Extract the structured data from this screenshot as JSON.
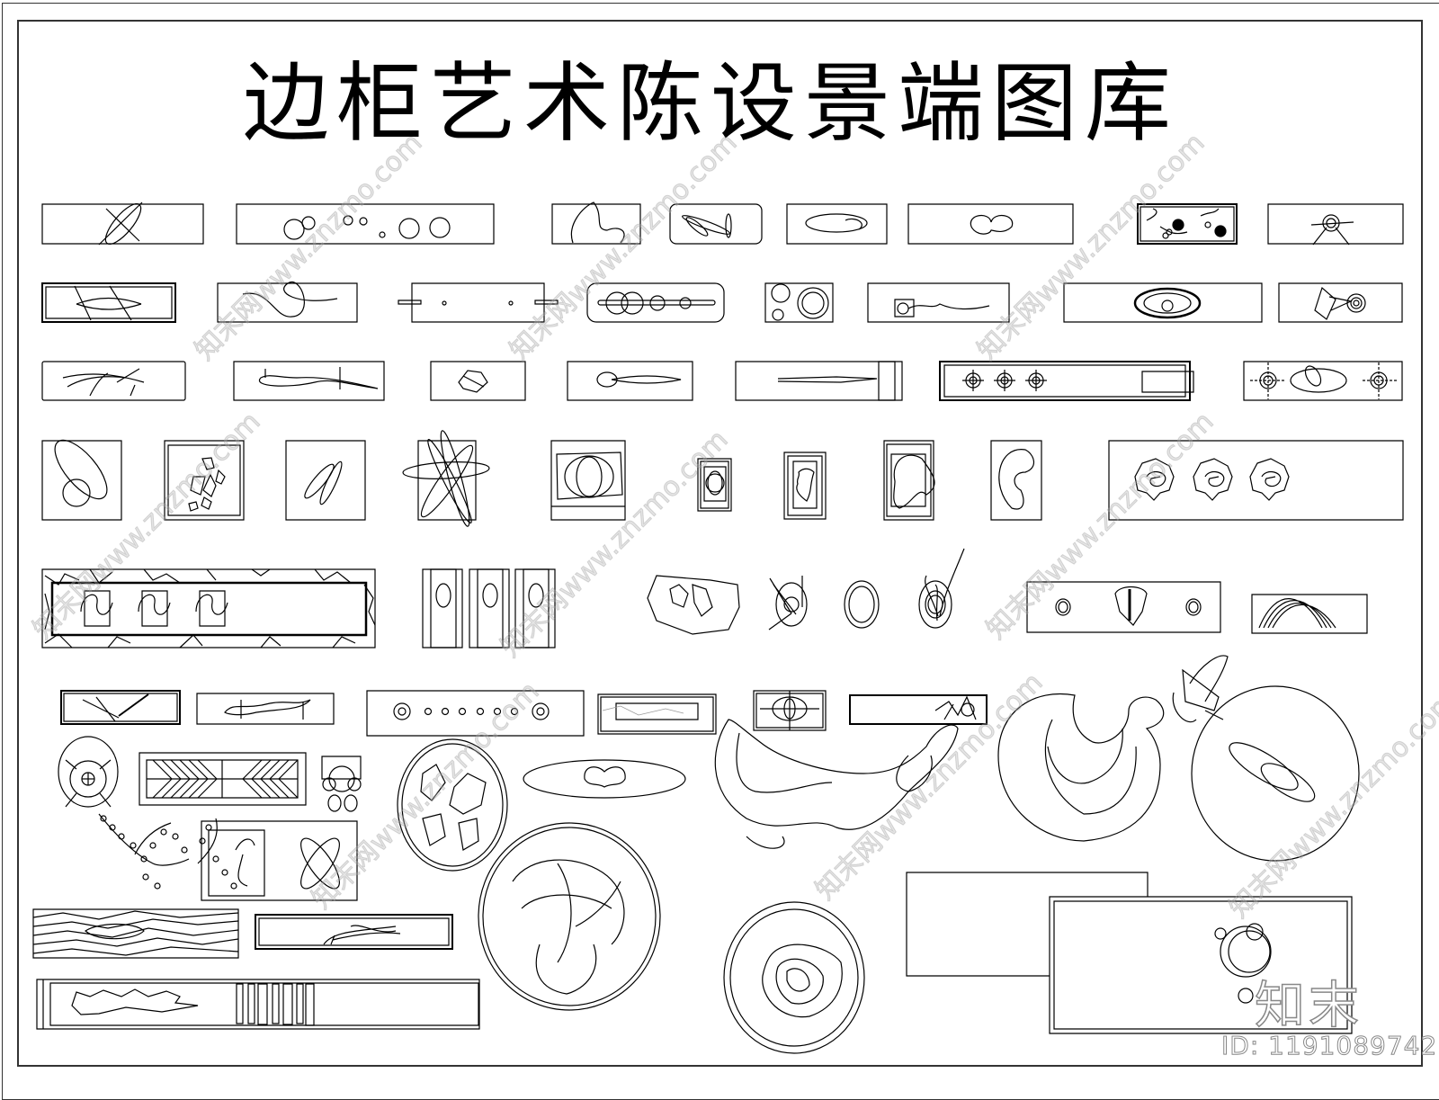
{
  "title": "边柜艺术陈设景端图库",
  "watermark": {
    "text": "知末网www.znzmo.com",
    "logo": "知末",
    "id_label": "ID: 1191089742"
  },
  "colors": {
    "line": "#000000",
    "frame": "#333333",
    "watermark": "#b4b4b4",
    "background": "#ffffff"
  },
  "blocks": {
    "row1": [
      "abstract-ellipse-cross",
      "circles-row",
      "curve-wave",
      "rounded-ellipses",
      "swirl-ellipse",
      "bone-shape",
      "koi-fish-panel",
      "sunburst-splash"
    ],
    "row2": [
      "crossed-lens",
      "loop-curve",
      "pin-bar",
      "rounded-circle-bar",
      "circle-dial",
      "tadpole-square",
      "ornate-medallion",
      "rock-spiral"
    ],
    "row3": [
      "grass-strokes",
      "branch-sculpture",
      "crumpled-rock",
      "spoon-shape",
      "stick-slab",
      "burner-cooktop",
      "burner-ellipse"
    ],
    "row4": [
      "ellipse-circle-frame",
      "polygon-frame",
      "leaf-ellipses-frame",
      "star-ellipses",
      "rock-tray",
      "nested-ellipse-frame",
      "blob-frame",
      "amoeba-frame",
      "c-shape-frame",
      "three-spiral-rocks"
    ],
    "row5": [
      "marble-panel-triple",
      "three-egg-pedestals",
      "stones-tray",
      "chopstick-bowl",
      "double-ring",
      "twig-bowl",
      "mask-panel",
      "ribbon-arches"
    ],
    "row6": [
      "sticks-panel",
      "bird-branch-panel",
      "dot-bar",
      "marble-slab",
      "eye-frame",
      "cracked-bar",
      "crescent-sculpture",
      "flower-sculpture"
    ],
    "row7": [
      "round-plate-cross",
      "herringbone-tray",
      "figure-chair",
      "rock-plate",
      "small-ellipse-badge",
      "twisted-sculpture",
      "ellipse-disk"
    ],
    "row8": [
      "plum-tree",
      "atom-frame",
      "woven-bowl",
      "wood-grain-panel",
      "grass-panel",
      "swirl-plate",
      "blank-panel",
      "bubble-panel",
      "long-rock-panel"
    ]
  }
}
